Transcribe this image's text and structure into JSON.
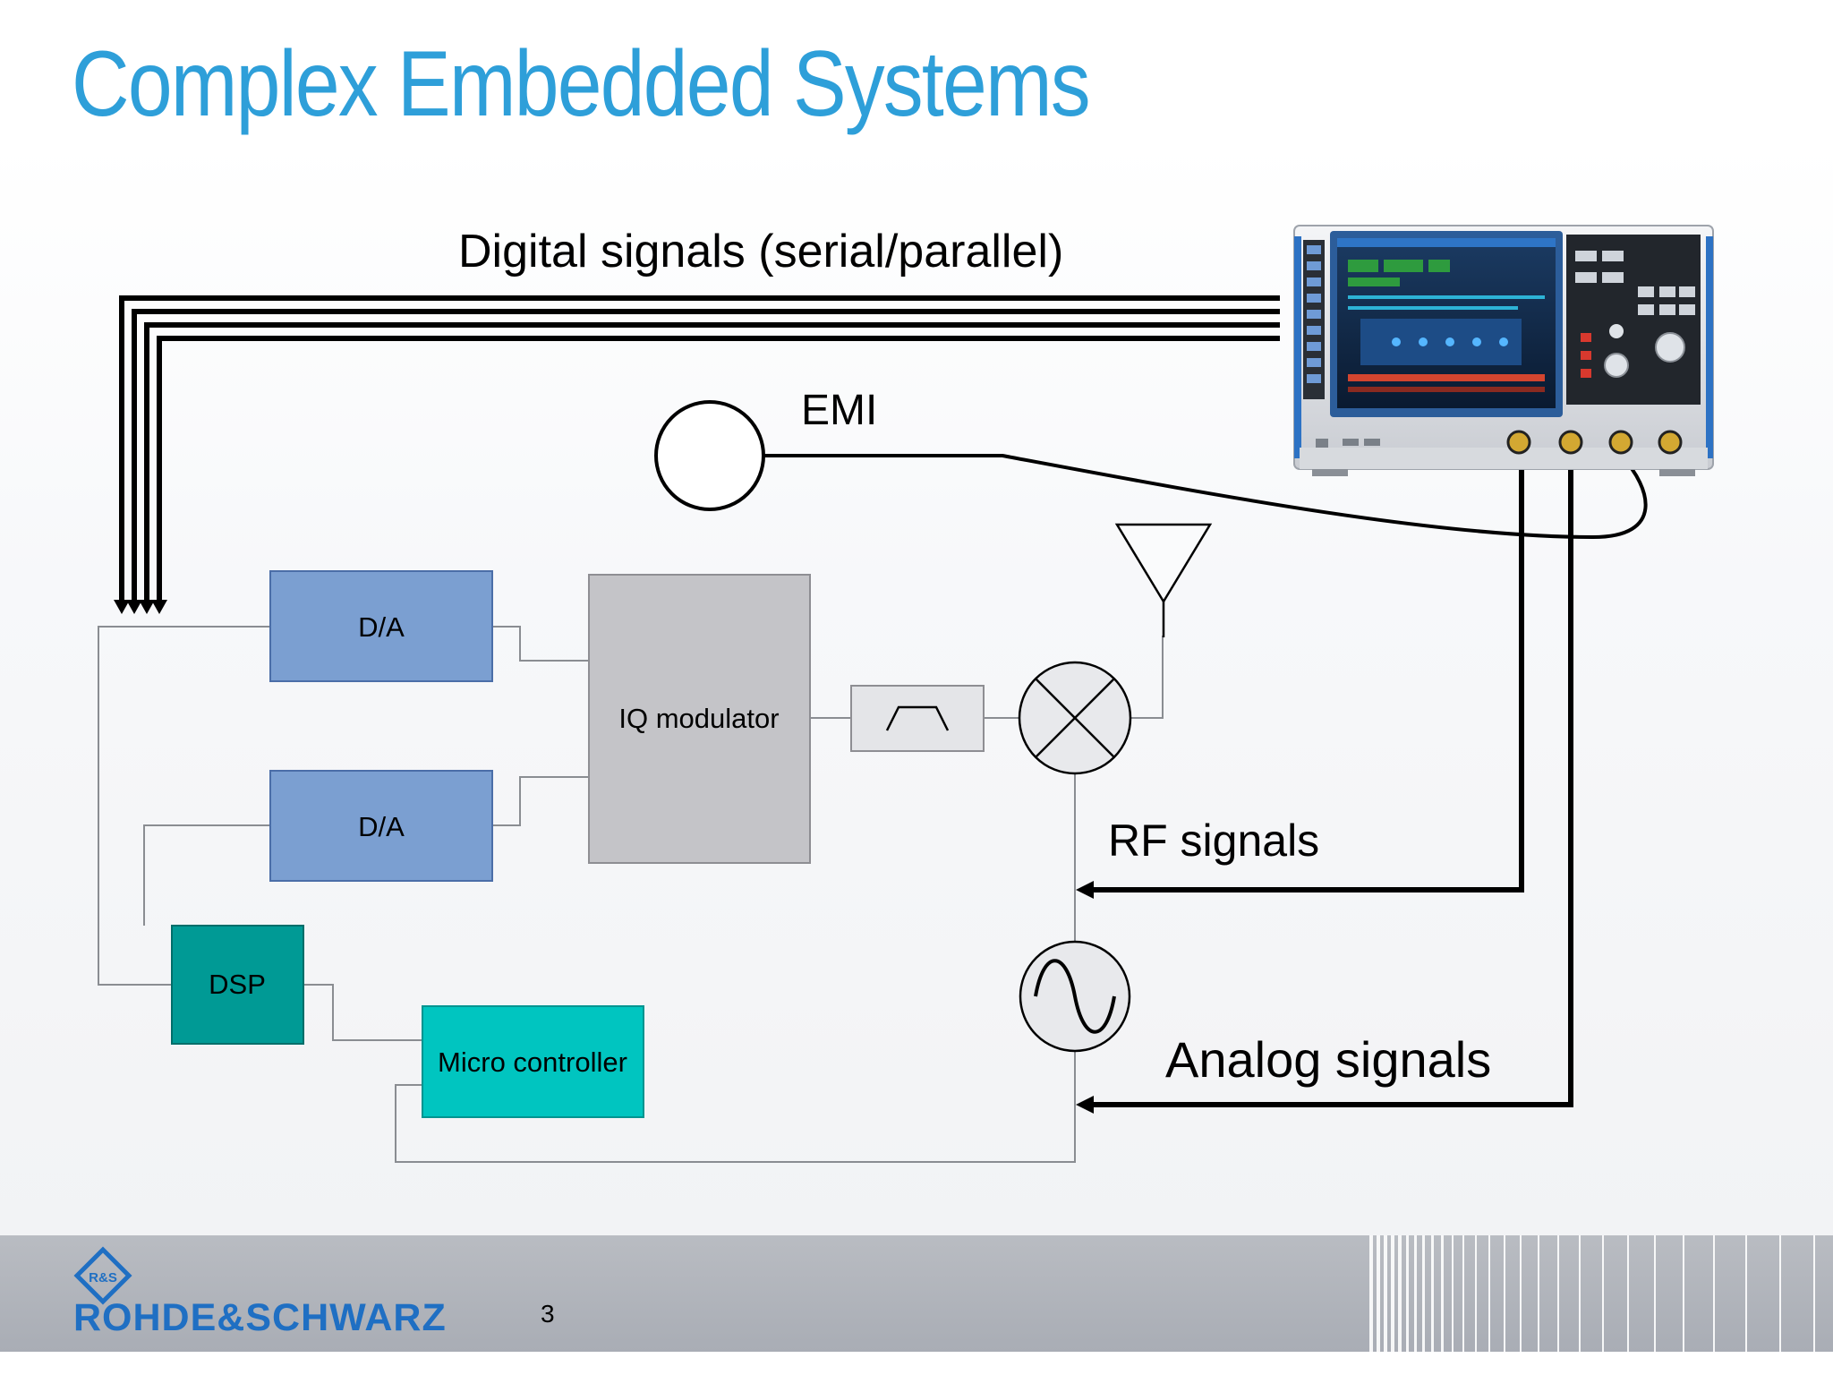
{
  "slide": {
    "title": "Complex Embedded Systems",
    "page_number": "3"
  },
  "diagram": {
    "labels": {
      "digital": "Digital signals (serial/parallel)",
      "emi": "EMI",
      "rf": "RF signals",
      "analog": "Analog signals"
    },
    "blocks": {
      "da_top": "D/A",
      "da_bottom": "D/A",
      "iq": "IQ modulator",
      "dsp": "DSP",
      "micro": "Micro controller"
    },
    "colors": {
      "da": "#7b9fd1",
      "iq": "#c4c4c8",
      "dsp": "#009a95",
      "micro": "#00c5c0",
      "filter": "#e4e5e8",
      "mixer": "#e8e9ec"
    }
  },
  "footer": {
    "brand": "ROHDE&SCHWARZ",
    "brand_color": "#1f6fc3",
    "logo_letters": "R&S"
  }
}
